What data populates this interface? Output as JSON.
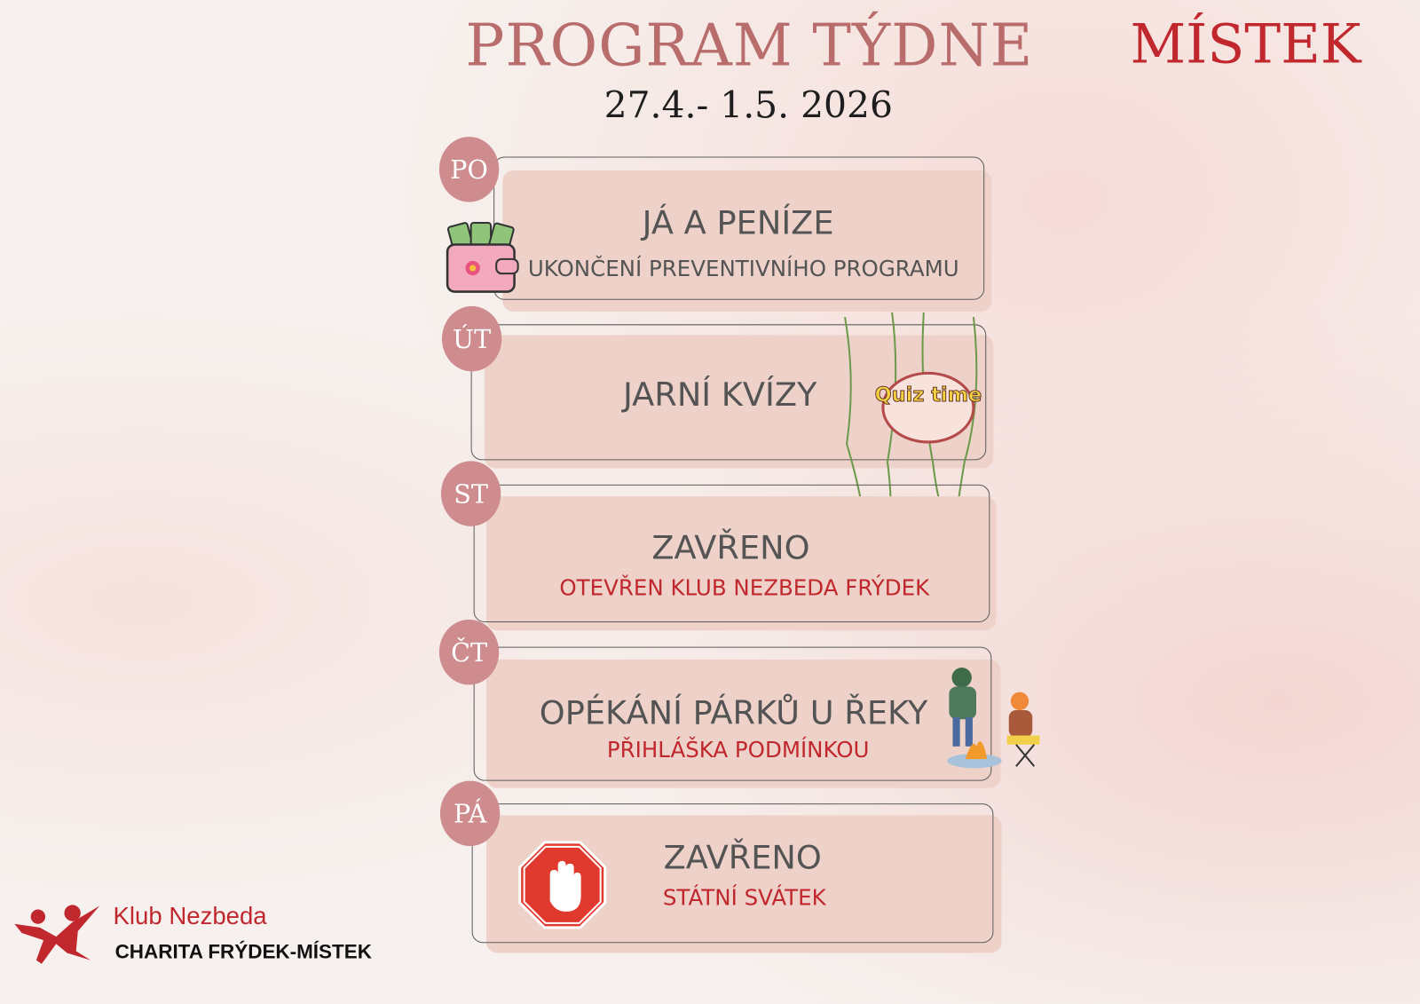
{
  "header": {
    "title": "PROGRAM TÝDNE",
    "city": "MÍSTEK",
    "date": "27.4.- 1.5. 2026"
  },
  "days": [
    {
      "abbr": "PO",
      "title": "JÁ A PENÍZE",
      "subtitle": "UKONČENÍ PREVENTIVNÍHO PROGRAMU"
    },
    {
      "abbr": "ÚT",
      "title": "JARNÍ KVÍZY",
      "sticker": "Quiz time"
    },
    {
      "abbr": "ST",
      "title": "ZAVŘENO",
      "subtitle": "OTEVŘEN KLUB NEZBEDA FRÝDEK"
    },
    {
      "abbr": "ČT",
      "title": "OPÉKÁNÍ PÁRKŮ U ŘEKY",
      "subtitle": "PŘIHLÁŠKA PODMÍNKOU"
    },
    {
      "abbr": "PÁ",
      "title": "ZAVŘENO",
      "subtitle": "STÁTNÍ SVÁTEK"
    }
  ],
  "footer": {
    "club": "Klub Nezbeda",
    "org": "CHARITA FRÝDEK-MÍSTEK"
  },
  "colors": {
    "accent": "#c0282e",
    "circle": "#cf8c8e",
    "card": "#eed2ca",
    "title": "#b86c6c"
  }
}
